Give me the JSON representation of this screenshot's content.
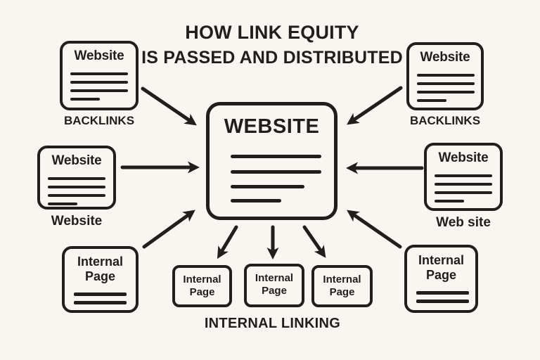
{
  "colors": {
    "background": "#F8F6F1",
    "ink": "#221E1B"
  },
  "title": {
    "line1": "HOW LINK EQUITY",
    "line2": "IS PASSED AND DISTRIBUTED"
  },
  "center": {
    "title": "WEBSITE"
  },
  "nodes": {
    "top_left": {
      "title": "Website",
      "label": "BACKLINKS"
    },
    "top_right": {
      "title": "Website",
      "label": "BACKLINKS"
    },
    "mid_left": {
      "title": "Website",
      "label": "Website"
    },
    "mid_right": {
      "title": "Website",
      "label": "Web site"
    },
    "bottom_left": {
      "title": "Internal Page"
    },
    "bottom_right": {
      "title": "Internal Page"
    },
    "internal_pages": [
      {
        "title": "Internal Page"
      },
      {
        "title": "Internal Page"
      },
      {
        "title": "Internal Page"
      }
    ]
  },
  "footer": {
    "label": "INTERNAL LINKING"
  }
}
